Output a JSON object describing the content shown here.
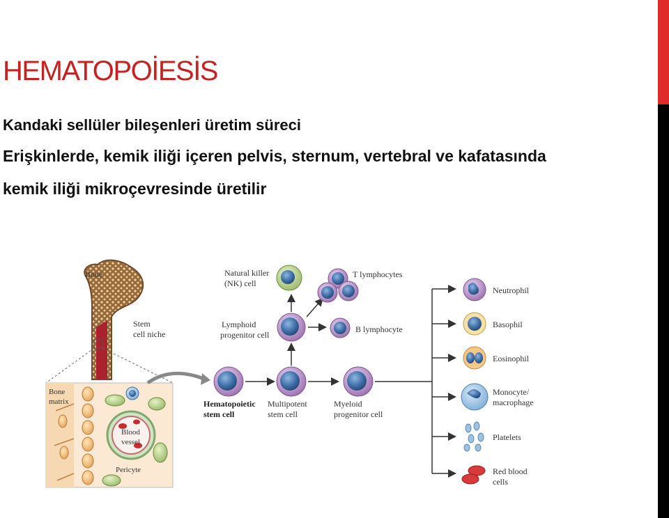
{
  "slide": {
    "title": "HEMATOPOİESİS",
    "line1": "Kandaki sellüler bileşenleri üretim süreci",
    "line2": "Erişkinlerde, kemik iliği içeren pelvis, sternum, vertebral ve kafatasında",
    "line3": "kemik iliği mikroçevresinde üretilir"
  },
  "diagram": {
    "bone": "Bone",
    "stem_cell_niche": [
      "Stem",
      "cell niche"
    ],
    "bone_matrix": [
      "Bone",
      "matrix"
    ],
    "blood_vessel": [
      "Blood",
      "vessel"
    ],
    "pericyte": "Pericyte",
    "nk_cell": [
      "Natural killer",
      "(NK) cell"
    ],
    "t_lymphocytes": "T lymphocytes",
    "lymphoid_progenitor": [
      "Lymphoid",
      "progenitor cell"
    ],
    "b_lymphocyte": "B lymphocyte",
    "hsc": [
      "Hematopoietic",
      "stem cell"
    ],
    "multipotent": [
      "Multipotent",
      "stem cell"
    ],
    "myeloid": [
      "Myeloid",
      "progenitor cell"
    ],
    "neutrophil": "Neutrophil",
    "basophil": "Basophil",
    "eosinophil": "Eosinophil",
    "monocyte": [
      "Monocyte/",
      "macrophage"
    ],
    "platelets": "Platelets",
    "rbc": [
      "Red blood",
      "cells"
    ]
  },
  "colors": {
    "title": "#c52222",
    "accent_bar": "#e02b2b",
    "cell_nucleus": "#3f6fa8",
    "cell_membrane": "#9b6fb0"
  }
}
